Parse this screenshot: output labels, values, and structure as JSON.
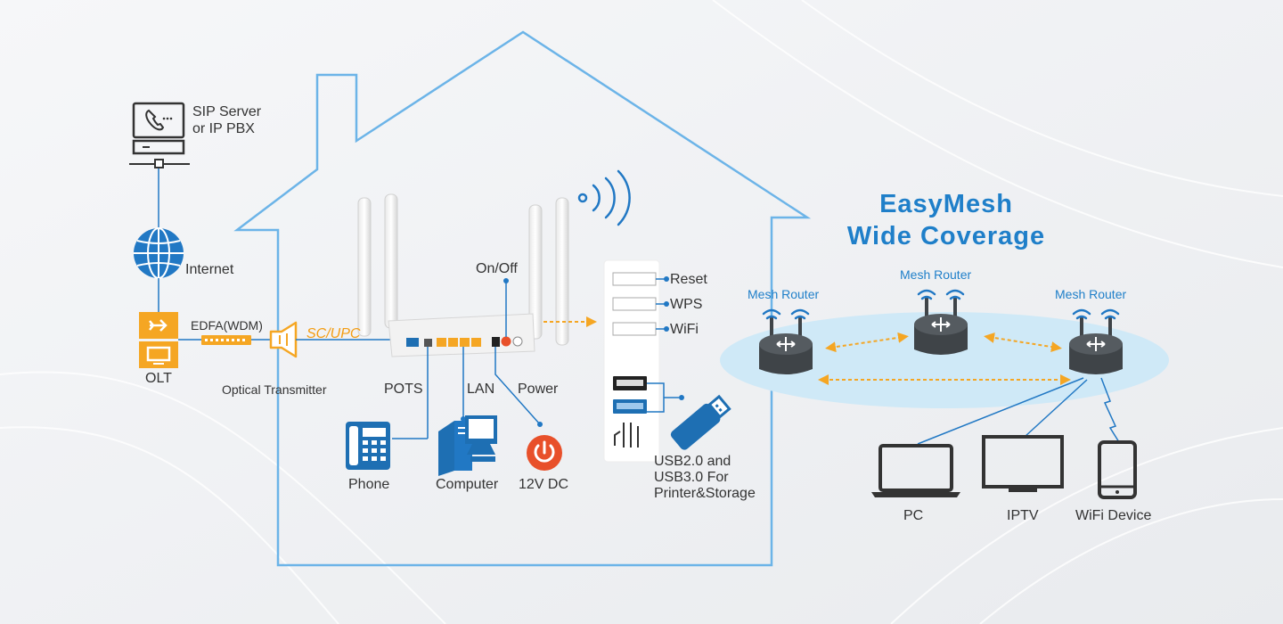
{
  "colors": {
    "house_outline": "#6cb4e8",
    "blue_dark": "#1e6fb3",
    "blue_icon": "#2178c4",
    "orange": "#f5a623",
    "red_power": "#e8502a",
    "mesh_ellipse": "#cfe9f7",
    "router_body": "#3f4448",
    "text": "#333333"
  },
  "left": {
    "sip_server": "SIP Server",
    "ip_pbx": "or IP PBX",
    "internet": "Internet",
    "olt": "OLT",
    "edfa": "EDFA(WDM)",
    "optical_transmitter": "Optical Transmitter",
    "sc_upc": "SC/UPC"
  },
  "router_ports": {
    "on_off": "On/Off",
    "pots": "POTS",
    "lan": "LAN",
    "power": "Power"
  },
  "devices": {
    "phone": "Phone",
    "computer": "Computer",
    "dc": "12V DC"
  },
  "side_panel": {
    "reset": "Reset",
    "wps": "WPS",
    "wifi": "WiFi",
    "usb_line1": "USB2.0 and",
    "usb_line2": "USB3.0 For",
    "usb_line3": "Printer&Storage"
  },
  "mesh": {
    "title_line1": "EasyMesh",
    "title_line2": "Wide Coverage",
    "router_left": "Mesh Router",
    "router_center": "Mesh Router",
    "router_right": "Mesh Router",
    "pc": "PC",
    "iptv": "IPTV",
    "wifi_device": "WiFi Device"
  }
}
